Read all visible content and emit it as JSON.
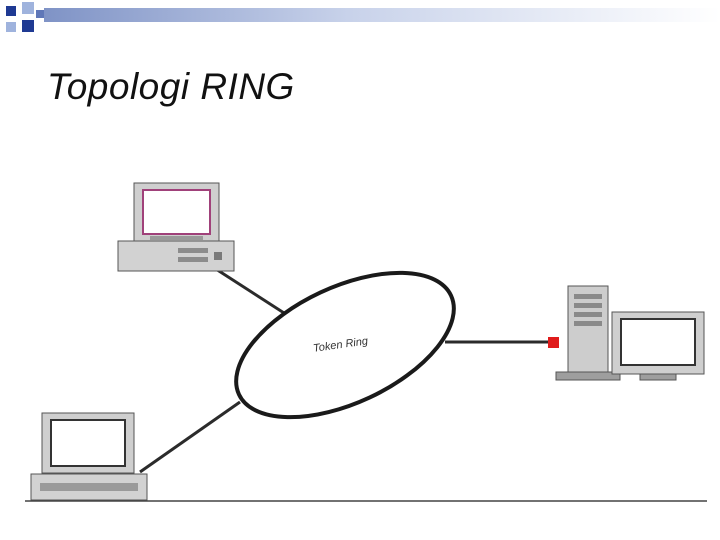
{
  "slide": {
    "title": "Topologi RING"
  },
  "diagram": {
    "ring_label": "Token Ring",
    "nodes": [
      {
        "kind": "desktop-computer"
      },
      {
        "kind": "tower-server-with-monitor"
      },
      {
        "kind": "laptop"
      }
    ],
    "colors": {
      "deco_blue": "#1f3a93",
      "deco_light": "#9fb3dd",
      "cable": "#2b2b2b",
      "ring_stroke": "#1a1a1a",
      "connector": "#e01b1b",
      "screen": "#ffffff",
      "case": "#c9c9c9"
    }
  }
}
